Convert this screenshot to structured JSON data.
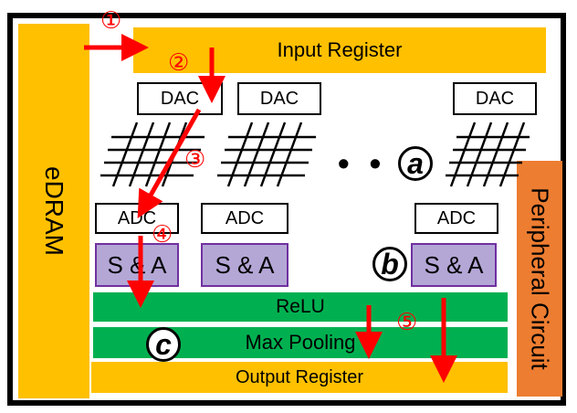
{
  "labels": {
    "edram": "eDRAM",
    "input_register": "Input Register",
    "dac": "DAC",
    "adc": "ADC",
    "sa": "S & A",
    "relu": "ReLU",
    "max_pooling": "Max Pooling",
    "output_register": "Output Register",
    "peripheral_circuit": "Peripheral Circuit",
    "ellipsis": "• • •"
  },
  "markers": {
    "a": "a",
    "b": "b",
    "c": "c"
  },
  "steps": {
    "s1": "①",
    "s2": "②",
    "s3": "③",
    "s4": "④",
    "s5": "⑤"
  },
  "colors": {
    "orange": "#ffc000",
    "green": "#00b050",
    "purple": "#b4a7d6",
    "peripheral": "#ed7d31",
    "arrow": "#ff0000"
  }
}
